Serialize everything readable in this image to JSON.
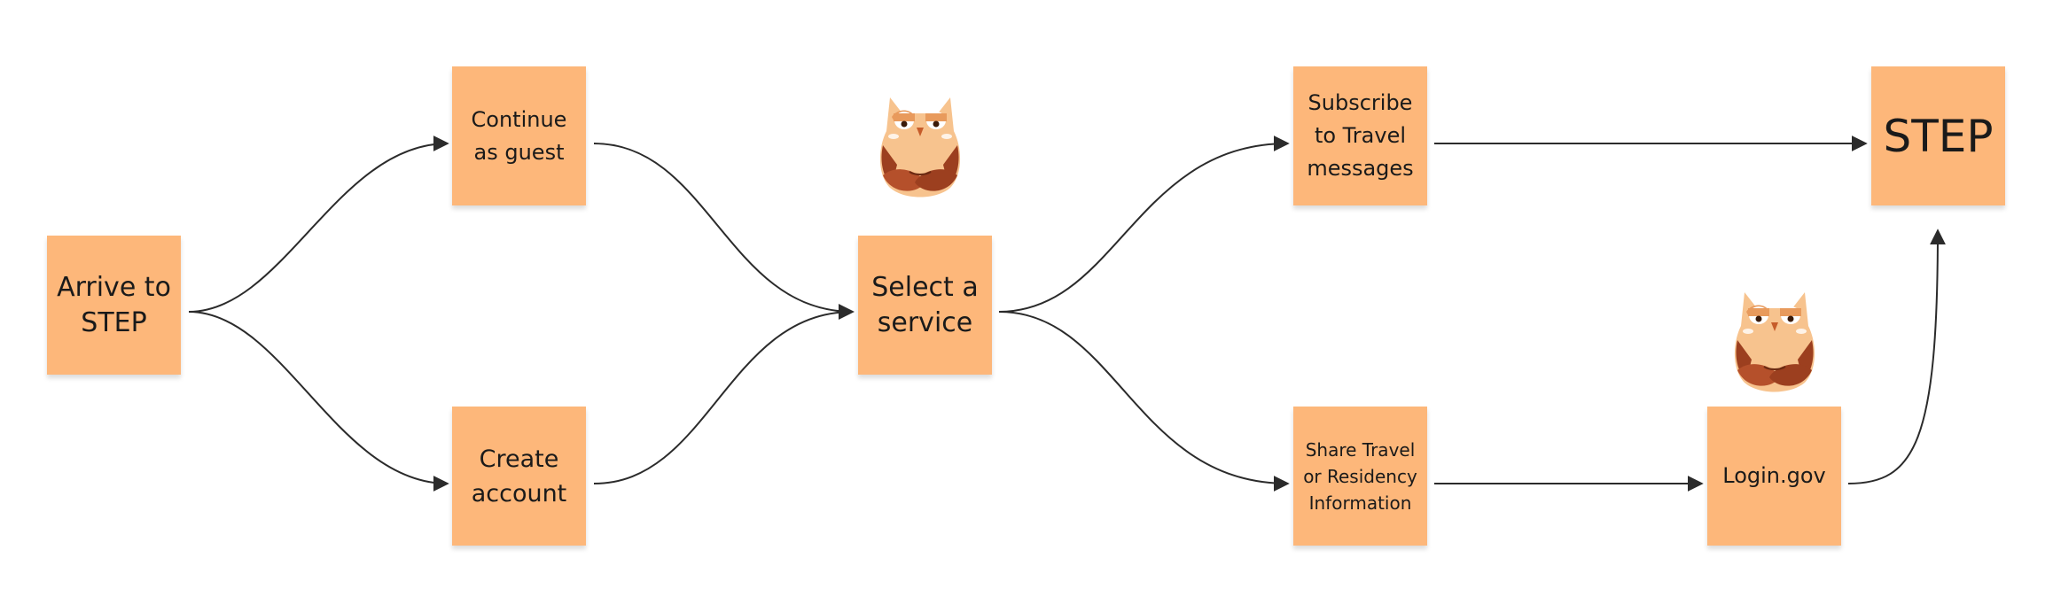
{
  "diagram": {
    "colors": {
      "note_fill": "#fdb77a",
      "connector": "#2b2b2b",
      "owl_light": "#f7c38e",
      "owl_mid": "#e89a5c",
      "owl_dark": "#9c3f1f"
    },
    "icon": "owl-mascot-icon",
    "nodes": [
      {
        "id": "arrive",
        "label": "Arrive to STEP"
      },
      {
        "id": "guest",
        "label": "Continue as guest"
      },
      {
        "id": "create",
        "label": "Create account"
      },
      {
        "id": "select",
        "label": "Select a service"
      },
      {
        "id": "subscribe",
        "label": "Subscribe to Travel messages"
      },
      {
        "id": "share",
        "label": "Share Travel or Residency Information"
      },
      {
        "id": "login",
        "label": "Login.gov"
      },
      {
        "id": "step",
        "label": "STEP"
      }
    ],
    "edges": [
      {
        "from": "arrive",
        "to": "guest"
      },
      {
        "from": "arrive",
        "to": "create"
      },
      {
        "from": "guest",
        "to": "select"
      },
      {
        "from": "create",
        "to": "select"
      },
      {
        "from": "select",
        "to": "subscribe"
      },
      {
        "from": "select",
        "to": "share"
      },
      {
        "from": "subscribe",
        "to": "step"
      },
      {
        "from": "share",
        "to": "login"
      },
      {
        "from": "login",
        "to": "step"
      }
    ]
  }
}
